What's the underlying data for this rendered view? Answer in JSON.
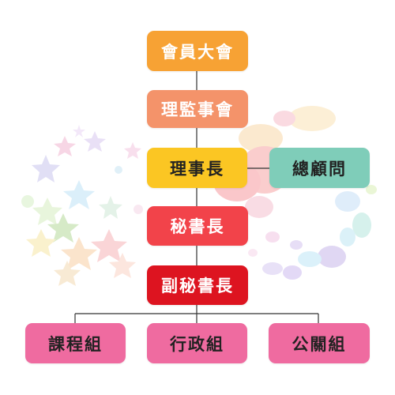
{
  "chart": {
    "nodes": {
      "assembly": {
        "label": "會員大會",
        "color": "#f7a234"
      },
      "supervisors": {
        "label": "理監事會",
        "color": "#f4936a"
      },
      "chairman": {
        "label": "理事長",
        "color": "#fbc623"
      },
      "advisor": {
        "label": "總顧問",
        "color": "#7fcdb9"
      },
      "secretary_general": {
        "label": "秘書長",
        "color": "#f2434a"
      },
      "deputy_secretary": {
        "label": "副秘書長",
        "color": "#dd1420"
      },
      "courses": {
        "label": "課程組",
        "color": "#ef6ba0"
      },
      "administration": {
        "label": "行政組",
        "color": "#ef6ba0"
      },
      "public_relations": {
        "label": "公關組",
        "color": "#ef6ba0"
      }
    },
    "line_color": "#333333"
  }
}
